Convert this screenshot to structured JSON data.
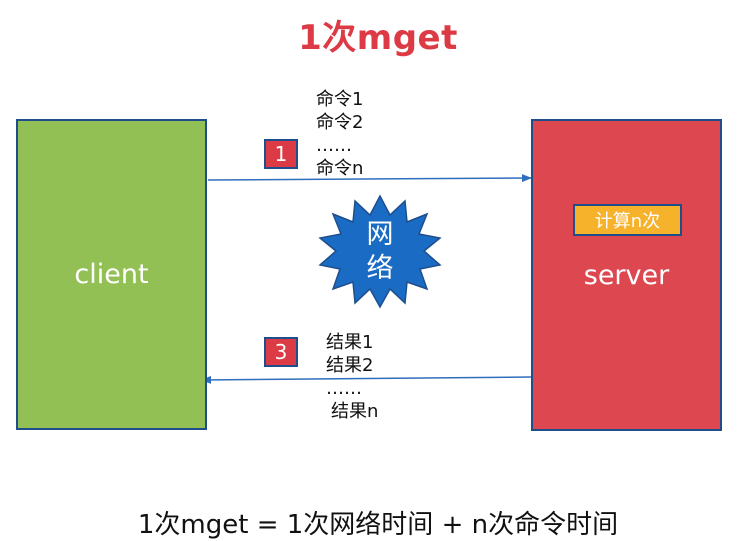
{
  "title": "1次mget",
  "client": {
    "label": "client"
  },
  "server": {
    "label": "server",
    "compute_label": "计算n次"
  },
  "network": {
    "line1": "网",
    "line2": "络"
  },
  "request": {
    "step": "1",
    "commands": [
      "命令1",
      "命令2",
      "……",
      "命令n"
    ]
  },
  "response": {
    "step": "3",
    "results": [
      "结果1",
      "结果2",
      "……",
      "结果n"
    ]
  },
  "formula": "1次mget = 1次网络时间 + n次命令时间",
  "colors": {
    "title": "#dc3b45",
    "client": "#92c055",
    "server": "#dc4750",
    "network_star": "#1a6bc4",
    "compute_tag": "#f7b22c",
    "arrow": "#2f6ebd"
  }
}
